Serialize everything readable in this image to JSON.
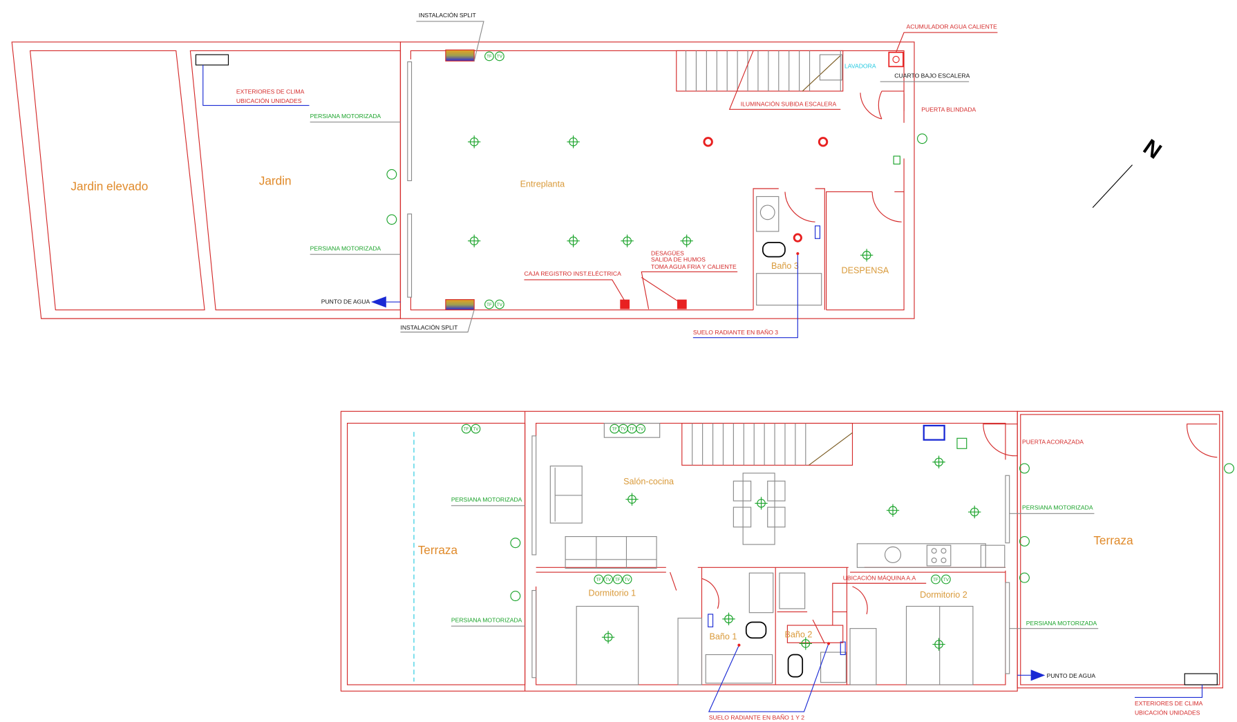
{
  "colors": {
    "walls": "#d42a2a",
    "fixtures": "#1aa32a",
    "rooms": "#e08a2a",
    "pipes": "#1a2ad4",
    "furniture": "#8a8a8a",
    "washer": "#22c8e0"
  },
  "symbols": {
    "tf": "TF",
    "tv": "TV"
  },
  "north": {
    "label": "N"
  },
  "upper_plan": {
    "rooms": {
      "jardin_elevado": "Jardin elevado",
      "jardin": "Jardin",
      "entreplanta": "Entreplanta",
      "bano3": "Baño 3",
      "despensa": "DESPENSA"
    },
    "annotations": {
      "split_top": "INSTALACIÓN SPLIT",
      "split_bottom": "INSTALACIÓN SPLIT",
      "exteriores_1": "EXTERIORES DE CLIMA",
      "exteriores_2": "UBICACIÓN UNIDADES",
      "persiana_1": "PERSIANA MOTORIZADA",
      "persiana_2": "PERSIANA MOTORIZADA",
      "punto_agua": "PUNTO DE AGUA",
      "caja_registro": "CAJA REGISTRO INST.ELÉCTRICA",
      "desagues": "DESAGÜES",
      "salida_humos": "SALIDA DE HUMOS",
      "toma_agua": "TOMA AGUA FRIA Y CALIENTE",
      "iluminacion": "ILUMINACIÓN SUBIDA ESCALERA",
      "acumulador": "ACUMULADOR AGUA CALIENTE",
      "lavadora": "LAVADORA",
      "cuarto": "CUARTO BAJO ESCALERA",
      "puerta_blindada": "PUERTA BLINDADA",
      "suelo_radiante": "SUELO RADIANTE EN BAÑO 3"
    }
  },
  "lower_plan": {
    "rooms": {
      "terraza_left": "Terraza",
      "salon": "Salón-cocina",
      "dorm1": "Dormitorio 1",
      "bano1": "Baño 1",
      "bano2": "Baño 2",
      "dorm2": "Dormitorio 2",
      "terraza_right": "Terraza"
    },
    "annotations": {
      "persiana_1": "PERSIANA MOTORIZADA",
      "persiana_2": "PERSIANA MOTORIZADA",
      "persiana_3": "PERSIANA MOTORIZADA",
      "persiana_4": "PERSIANA MOTORIZADA",
      "puerta_acorazada": "PUERTA ACORAZADA",
      "maquina_aa": "UBICACIÓN MÁQUINA A.A",
      "punto_agua": "PUNTO DE AGUA",
      "exteriores_1": "EXTERIORES DE CLIMA",
      "exteriores_2": "UBICACIÓN UNIDADES",
      "suelo_radiante": "SUELO RADIANTE EN BAÑO 1 Y 2"
    }
  }
}
